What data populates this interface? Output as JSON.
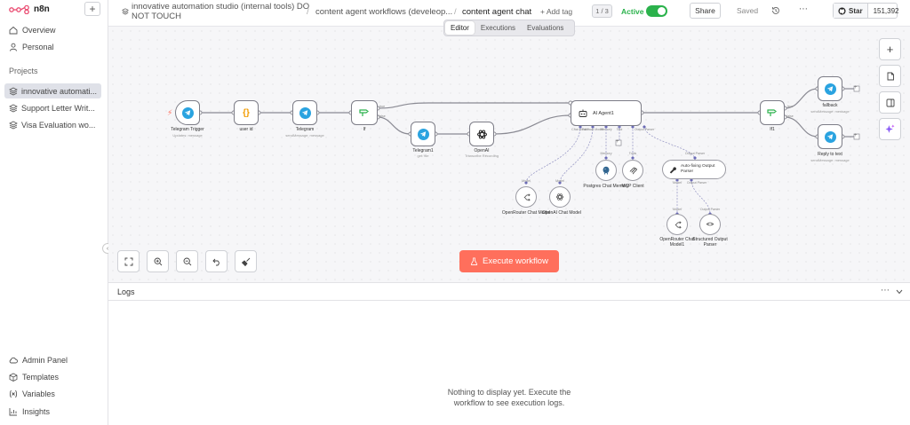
{
  "sidebar": {
    "brand": "n8n",
    "nav": [
      {
        "label": "Overview",
        "icon": "home-icon"
      },
      {
        "label": "Personal",
        "icon": "user-icon"
      }
    ],
    "projects_heading": "Projects",
    "projects": [
      {
        "label": "innovative automati...",
        "active": true
      },
      {
        "label": "Support Letter Writ...",
        "active": false
      },
      {
        "label": "Visa Evaluation wo...",
        "active": false
      }
    ],
    "bottom": [
      {
        "label": "Admin Panel",
        "icon": "cloud-icon"
      },
      {
        "label": "Templates",
        "icon": "box-icon"
      },
      {
        "label": "Variables",
        "icon": "variables-icon"
      },
      {
        "label": "Insights",
        "icon": "chart-icon"
      }
    ]
  },
  "header": {
    "project_line1": "innovative automation studio (internal tools) DO",
    "project_line2": "NOT TOUCH",
    "folder": "content agent workflows (develeop...",
    "workflow_name": "content agent chat",
    "add_tag": "+ Add tag",
    "version": "1 / 3",
    "active_label": "Active",
    "share": "Share",
    "saved": "Saved",
    "star_label": "Star",
    "star_count": "151,392"
  },
  "tabs": [
    "Editor",
    "Executions",
    "Evaluations"
  ],
  "nodes": {
    "telegram_trigger": {
      "title": "Telegram Trigger",
      "sub": "Updates: message"
    },
    "user_id": {
      "title": "user id"
    },
    "telegram": {
      "title": "Telegram",
      "sub": "sendMessage: message"
    },
    "if": {
      "title": "If"
    },
    "telegram1": {
      "title": "Telegram1",
      "sub": "get: file"
    },
    "openai": {
      "title": "OpenAI",
      "sub": "Transcribe Recording"
    },
    "ai_agent": {
      "title": "AI Agent1"
    },
    "if1": {
      "title": "If1"
    },
    "fallback": {
      "title": "fallback",
      "sub": "sendMessage: message"
    },
    "reply": {
      "title": "Reply to text",
      "sub": "sendMessage: message"
    },
    "openrouter": {
      "title": "OpenRouter Chat Model"
    },
    "openai_chat": {
      "title": "OpenAI Chat Model"
    },
    "postgres": {
      "title": "Postgres Chat Memory"
    },
    "mcp": {
      "title": "MCP Client"
    },
    "autofix": {
      "title": "Auto-fixing Output Parser"
    },
    "openrouter1": {
      "title": "OpenRouter Chat Model1"
    },
    "structured": {
      "title": "Structured Output Parser"
    }
  },
  "port_labels": {
    "chat_model": "Chat Model*",
    "fallback_model": "Fallback Model",
    "memory": "Memory",
    "tool": "Tool",
    "output_parser": "Output Parser",
    "model": "Model",
    "memory2": "Memory",
    "tools": "Tools",
    "output_parser2": "Output Parser",
    "model_lower": "Model",
    "model_lower2": "Model",
    "autofix_model": "Model",
    "autofix_parser": "Output Parser",
    "true_label": "true",
    "false_label": "false",
    "true_label2": "true",
    "false_label2": "false"
  },
  "execute_button": "Execute workflow",
  "logs": {
    "title": "Logs",
    "empty_line1": "Nothing to display yet. Execute the",
    "empty_line2": "workflow to see execution logs."
  },
  "colors": {
    "accent": "#ff6f5c",
    "active_toggle": "#2bb24c",
    "telegram": "#2aa3e0",
    "if_green": "#2bb24c",
    "code_orange": "#f29b00"
  }
}
